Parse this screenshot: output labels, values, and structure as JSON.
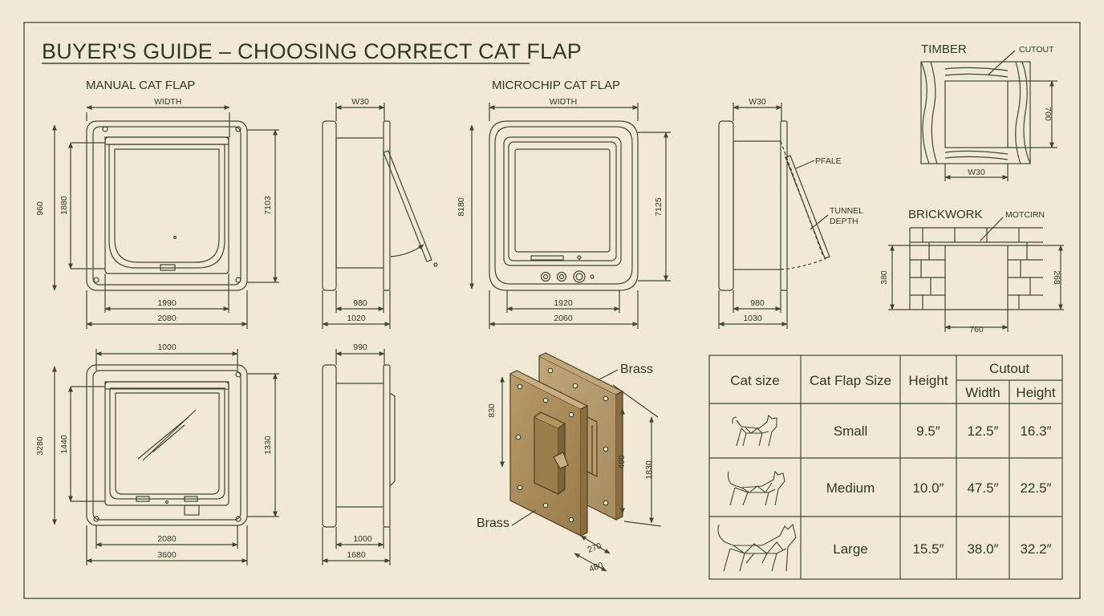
{
  "title": "BUYER'S GUIDE – CHOOSING CORRECT CAT FLAP",
  "sections": {
    "manual": "MANUAL CAT FLAP",
    "microchip": "MICROCHIP CAT FLAP",
    "timber": "TIMBER",
    "brickwork": "BRICKWORK"
  },
  "labels": {
    "cutout": "CUTOUT",
    "pfale": "PFALE",
    "tunnel_depth_1": "TUNNEL",
    "tunnel_depth_2": "DEPTH",
    "motcirn": "MOTCIRN",
    "brass_top": "Brass",
    "brass_bottom": "Brass"
  },
  "dims": {
    "m_width": "WIDTH",
    "m_h_outer": "960",
    "m_h_inner": "1880",
    "m_h_right": "7103",
    "m_w_inner": "1990",
    "m_w_outer": "2080",
    "ms_top": "W30",
    "ms_w1": "980",
    "ms_w2": "1020",
    "c_width": "WIDTH",
    "c_h_left": "8180",
    "c_h_right": "7125",
    "c_w_inner": "1920",
    "c_w_outer": "2060",
    "cs_top": "W30",
    "cs_w1": "980",
    "cs_w2": "1030",
    "t_h": "700",
    "t_w": "W30",
    "b_h_left": "380",
    "b_h_right": "268",
    "b_w": "760",
    "g_top": "1000",
    "g_h_outer": "3280",
    "g_h_inner": "1440",
    "g_h_right": "1330",
    "g_w_inner": "2080",
    "g_w_outer": "3600",
    "gs_top": "990",
    "gs_w1": "1000",
    "gs_w2": "1680",
    "p_left": "830",
    "p_mid": "400",
    "p_right": "1830",
    "p_b1": "270",
    "p_b2": "480"
  },
  "table": {
    "headers": {
      "cat_size": "Cat size",
      "flap_size": "Cat Flap Size",
      "height": "Height",
      "cutout": "Cutout",
      "width": "Width",
      "cut_height": "Height"
    },
    "rows": [
      {
        "size": "Small",
        "height": "9.5″",
        "width": "12.5″",
        "cut_height": "16.3″",
        "icon": "small-cat-icon"
      },
      {
        "size": "Medium",
        "height": "10.0″",
        "width": "47.5″",
        "cut_height": "22.5″",
        "icon": "medium-cat-icon"
      },
      {
        "size": "Large",
        "height": "15.5″",
        "width": "38.0″",
        "cut_height": "32.2″",
        "icon": "large-cat-icon"
      }
    ]
  },
  "colors": {
    "background": "#f1e8d5",
    "line": "#3c4a2e",
    "brass": "#a5875a"
  }
}
